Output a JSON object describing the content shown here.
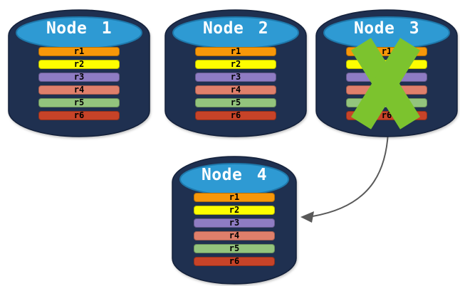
{
  "diagram": {
    "description": "Database replication failover diagram",
    "nodes": [
      {
        "title": "Node 1",
        "failed": false
      },
      {
        "title": "Node 2",
        "failed": false
      },
      {
        "title": "Node 3",
        "failed": true
      },
      {
        "title": "Node 4",
        "failed": false
      }
    ],
    "rows": [
      {
        "label": "r1",
        "color": "#F79709"
      },
      {
        "label": "r2",
        "color": "#FDFE00"
      },
      {
        "label": "r3",
        "color": "#8E7CC3"
      },
      {
        "label": "r4",
        "color": "#DF7F6B"
      },
      {
        "label": "r5",
        "color": "#93C47D"
      },
      {
        "label": "r6",
        "color": "#C74328"
      }
    ],
    "icons": {
      "cylinder": "database-cylinder-icon",
      "failure": "failure-x-icon",
      "arrow": "failover-arrow"
    },
    "colors": {
      "cylinder_body": "#1F3050",
      "cylinder_outline": "#13203A",
      "cylinder_top": "#2E9AD3",
      "cylinder_top_stroke": "#1E79AC",
      "title_text": "#FFFFFF",
      "row_text": "#000000",
      "failure_x": "#7CC32E",
      "arrow": "#595959",
      "background": "#FFFFFF"
    }
  }
}
